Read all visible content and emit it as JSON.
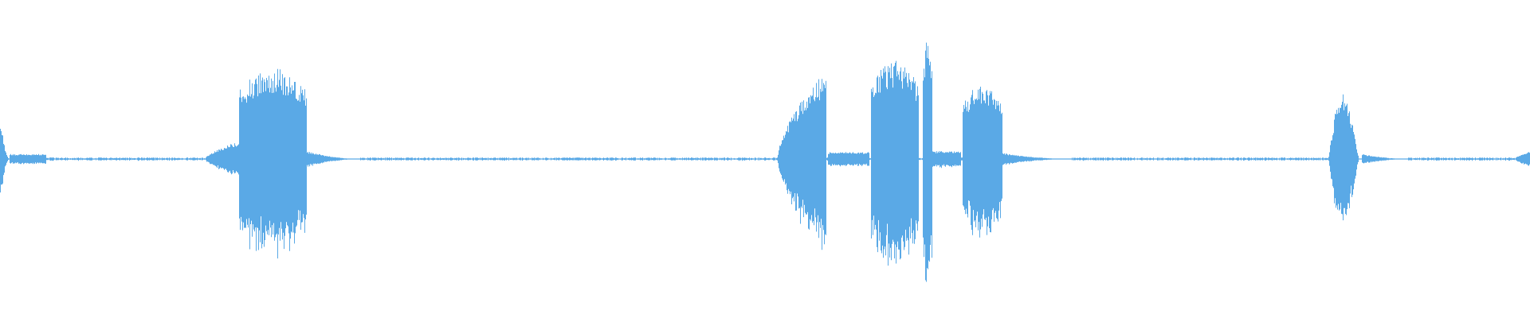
{
  "waveform": {
    "color": "#5AA9E6",
    "background": "#ffffff",
    "amplitude_scale": 1.0,
    "segments": [
      {
        "start": 0.0,
        "end": 0.006,
        "amp": 0.42,
        "taper": "out"
      },
      {
        "start": 0.006,
        "end": 0.03,
        "amp": 0.05,
        "taper": "flat"
      },
      {
        "start": 0.134,
        "end": 0.156,
        "amp": 0.18,
        "taper": "in"
      },
      {
        "start": 0.156,
        "end": 0.2,
        "amp": 0.92,
        "taper": "block"
      },
      {
        "start": 0.2,
        "end": 0.235,
        "amp": 0.08,
        "taper": "out"
      },
      {
        "start": 0.508,
        "end": 0.54,
        "amp": 0.9,
        "taper": "in"
      },
      {
        "start": 0.541,
        "end": 0.568,
        "amp": 0.07,
        "taper": "flat"
      },
      {
        "start": 0.569,
        "end": 0.6,
        "amp": 1.0,
        "taper": "block"
      },
      {
        "start": 0.603,
        "end": 0.609,
        "amp": 1.25,
        "taper": "block"
      },
      {
        "start": 0.609,
        "end": 0.628,
        "amp": 0.08,
        "taper": "flat"
      },
      {
        "start": 0.629,
        "end": 0.655,
        "amp": 0.75,
        "taper": "block"
      },
      {
        "start": 0.655,
        "end": 0.7,
        "amp": 0.06,
        "taper": "out"
      },
      {
        "start": 0.868,
        "end": 0.89,
        "amp": 0.72,
        "taper": "peak"
      },
      {
        "start": 0.89,
        "end": 0.92,
        "amp": 0.05,
        "taper": "out"
      },
      {
        "start": 0.99,
        "end": 1.0,
        "amp": 0.08,
        "taper": "in"
      }
    ],
    "noise_floor": 0.012
  }
}
